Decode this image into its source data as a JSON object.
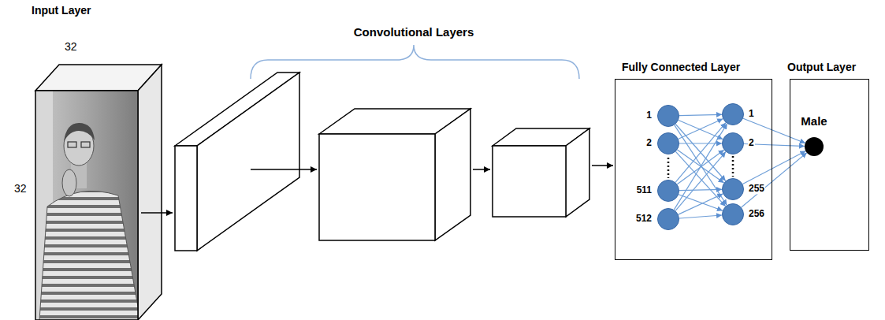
{
  "diagram": {
    "nodes": [
      {
        "text": [
          "Fully Connected Layer"
        ]
      },
      {
        "text": [
          "1"
        ],
        "in": 0
      },
      {
        "text": [
          "2"
        ],
        "in": 0
      },
      {
        "text": [
          "511"
        ],
        "in": 0
      },
      {
        "text": [
          "512"
        ],
        "in": 0
      },
      {
        "text": [
          "1"
        ],
        "in": 0
      },
      {
        "text": [
          "2"
        ],
        "in": 0
      },
      {
        "text": [
          "255"
        ],
        "in": 0
      },
      {
        "text": [
          "256"
        ],
        "in": 0
      },
      {
        "text": [
          "Output Layer"
        ]
      },
      {
        "text": [
          "Male"
        ],
        "in": 9
      }
    ],
    "edges": [
      {
        "from": 1,
        "to": 5,
        "arrow": "to"
      },
      {
        "from": 1,
        "to": 6,
        "arrow": "to"
      },
      {
        "from": 1,
        "to": 7,
        "arrow": "to"
      },
      {
        "from": 1,
        "to": 8,
        "arrow": "to"
      },
      {
        "from": 2,
        "to": 5,
        "arrow": "to"
      },
      {
        "from": 2,
        "to": 6,
        "arrow": "to"
      },
      {
        "from": 2,
        "to": 7,
        "arrow": "to"
      },
      {
        "from": 2,
        "to": 8,
        "arrow": "to"
      },
      {
        "from": 3,
        "to": 5,
        "arrow": "to"
      },
      {
        "from": 3,
        "to": 6,
        "arrow": "to"
      },
      {
        "from": 3,
        "to": 7,
        "arrow": "to"
      },
      {
        "from": 3,
        "to": 8,
        "arrow": "to"
      },
      {
        "from": 4,
        "to": 5,
        "arrow": "to"
      },
      {
        "from": 4,
        "to": 6,
        "arrow": "to"
      },
      {
        "from": 4,
        "to": 7,
        "arrow": "to"
      },
      {
        "from": 4,
        "to": 8,
        "arrow": "to"
      },
      {
        "from": 5,
        "to": 10,
        "arrow": "to"
      },
      {
        "from": 6,
        "to": 10,
        "arrow": "to"
      },
      {
        "from": 7,
        "to": 10,
        "arrow": "to"
      },
      {
        "from": 8,
        "to": 10,
        "arrow": "to"
      }
    ],
    "labels": [
      "Input Layer",
      "32",
      "32",
      "Convolutional Layers"
    ]
  }
}
